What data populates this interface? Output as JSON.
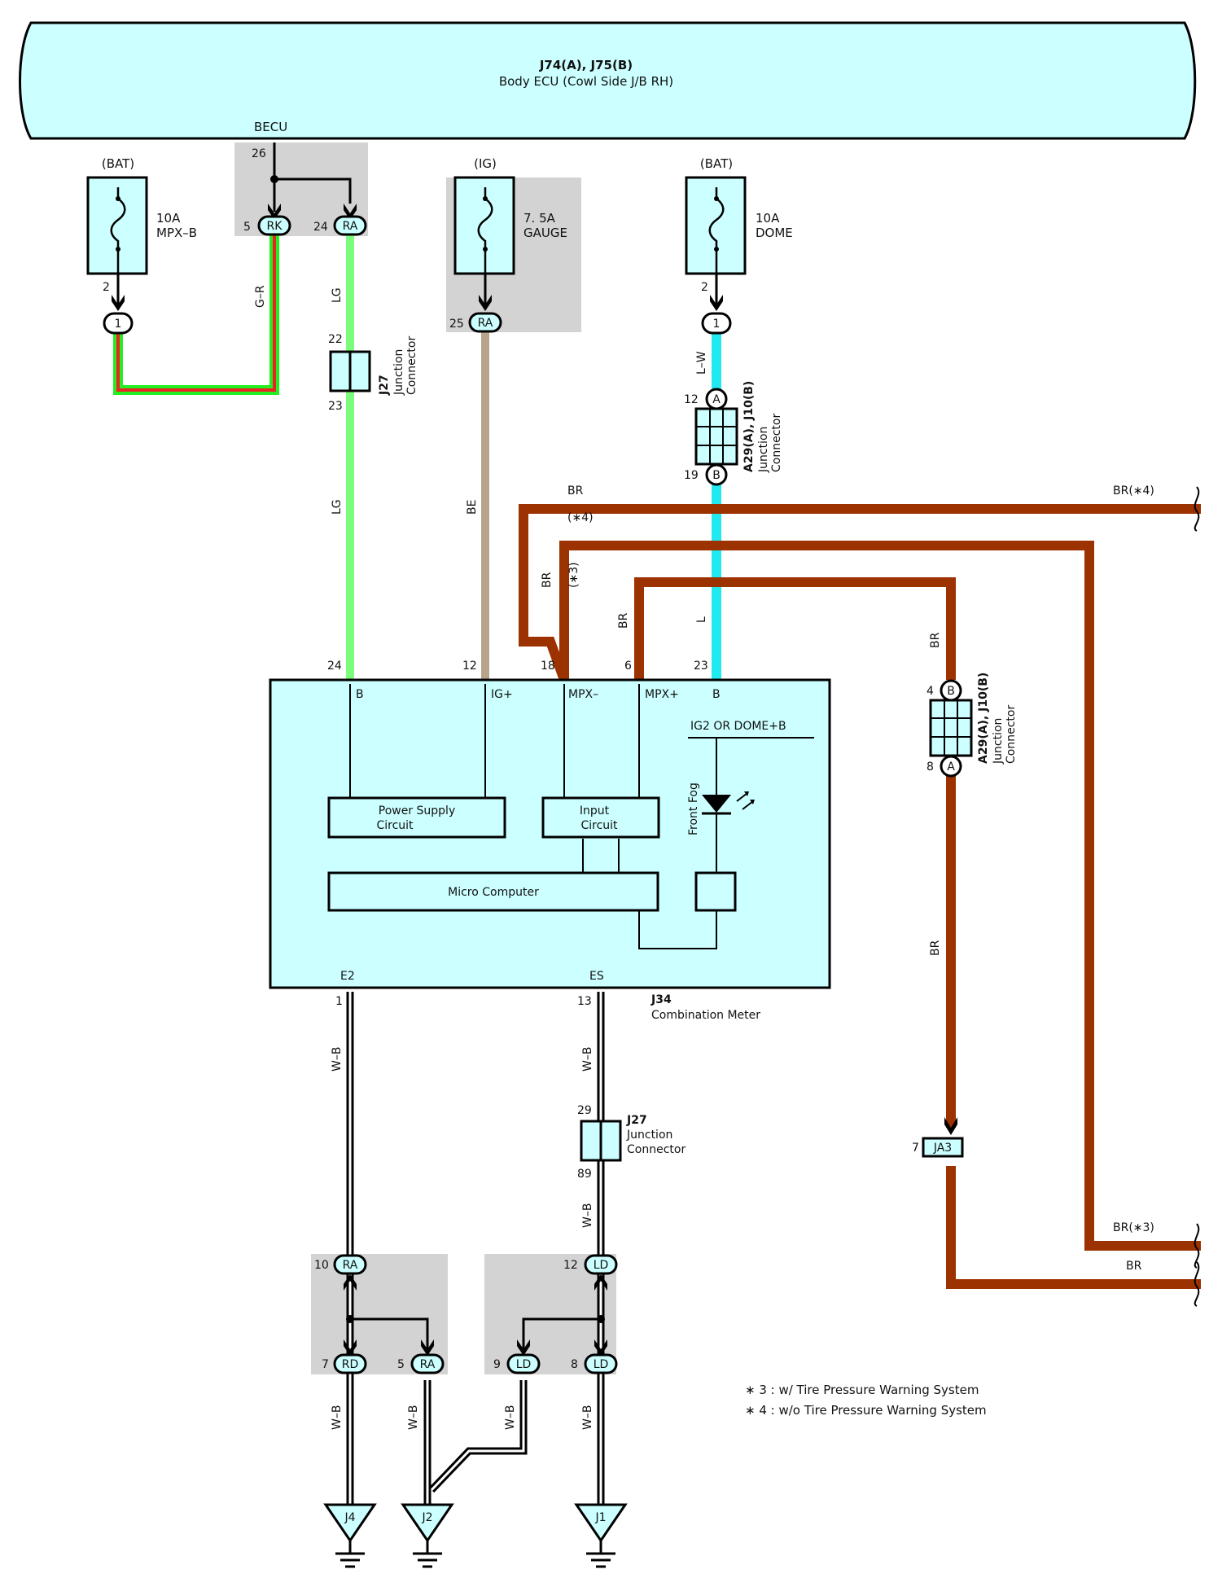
{
  "ecu": {
    "code": "J74(A), J75(B)",
    "name": "Body ECU (Cowl Side J/B RH)",
    "becu_label": "BECU",
    "pin_26": "26",
    "pin_5": "5",
    "conn_rk": "RK",
    "pin_24": "24",
    "conn_ra": "RA"
  },
  "fuses": [
    {
      "source": "(BAT)",
      "rating": "10A",
      "name": "MPX–B",
      "pin": "2",
      "conn": "1"
    },
    {
      "source": "(IG)",
      "rating": "7. 5A",
      "name": "GAUGE",
      "pin": "25",
      "conn": "RA"
    },
    {
      "source": "(BAT)",
      "rating": "10A",
      "name": "DOME",
      "pin": "2",
      "conn": "1"
    }
  ],
  "wires": {
    "gr": "G–R",
    "lg1": "LG",
    "lg2": "LG",
    "be": "BE",
    "lw": "L–W",
    "l": "L",
    "br_top": "BR",
    "br_star4_note": "(∗4)",
    "br_left": "BR",
    "br_star3_note": "(∗3)",
    "br_mid": "BR",
    "br_right1": "BR",
    "br_right2": "BR",
    "br_star4_end": "BR(∗4)",
    "br_star3_end": "BR(∗3)",
    "br_end": "BR",
    "wb1": "W–B",
    "wb2": "W–B",
    "wb3": "W–B",
    "wb4": "W–B",
    "wb5": "W–B",
    "wb6": "W–B",
    "wb7": "W–B"
  },
  "j27_top": {
    "code": "J27",
    "name1": "Junction",
    "name2": "Connector",
    "pin_a": "22",
    "pin_b": "23"
  },
  "j27_bottom": {
    "code": "J27",
    "name1": "Junction",
    "name2": "Connector",
    "pin_a": "29",
    "pin_b": "89"
  },
  "a29_top": {
    "code": "A29(A), J10(B)",
    "name1": "Junction",
    "name2": "Connector",
    "pin_a": "12",
    "conn_a": "A",
    "pin_b": "19",
    "conn_b": "B"
  },
  "a29_right": {
    "code": "A29(A), J10(B)",
    "name1": "Junction",
    "name2": "Connector",
    "pin_a": "4",
    "conn_a": "B",
    "pin_b": "8",
    "conn_b": "A"
  },
  "ja3": {
    "pin": "7",
    "label": "JA3"
  },
  "meter": {
    "code": "J34",
    "name": "Combination Meter",
    "pins": {
      "p24": "24",
      "p12": "12",
      "p18": "18",
      "p6": "6",
      "p23": "23",
      "p1": "1",
      "p13": "13"
    },
    "terminals": {
      "b1": "B",
      "ig": "IG+",
      "mpxm": "MPX–",
      "mpxp": "MPX+",
      "b2": "B",
      "e2": "E2",
      "es": "ES"
    },
    "power_supply_1": "Power Supply",
    "power_supply_2": "Circuit",
    "input_1": "Input",
    "input_2": "Circuit",
    "micro": "Micro Computer",
    "ig2": "IG2 OR DOME+B",
    "front_fog": "Front Fog"
  },
  "ground_connectors": {
    "ra10": {
      "pin": "10",
      "label": "RA"
    },
    "rd7": {
      "pin": "7",
      "label": "RD"
    },
    "ra5": {
      "pin": "5",
      "label": "RA"
    },
    "ld12": {
      "pin": "12",
      "label": "LD"
    },
    "ld9": {
      "pin": "9",
      "label": "LD"
    },
    "ld8": {
      "pin": "8",
      "label": "LD"
    }
  },
  "grounds": [
    "J4",
    "J2",
    "J1"
  ],
  "notes": [
    "∗ 3 : w/ Tire Pressure Warning System",
    "∗ 4 : w/o Tire Pressure Warning System"
  ],
  "colors": {
    "ecu_fill": "#ccffff",
    "lg": "#7cfc7c",
    "be": "#b8a48c",
    "lw": "#22e8f0",
    "br": "#9c3200",
    "gr_green": "#22ee22",
    "gr_red": "#ee2222",
    "shade": "#d3d3d3"
  }
}
